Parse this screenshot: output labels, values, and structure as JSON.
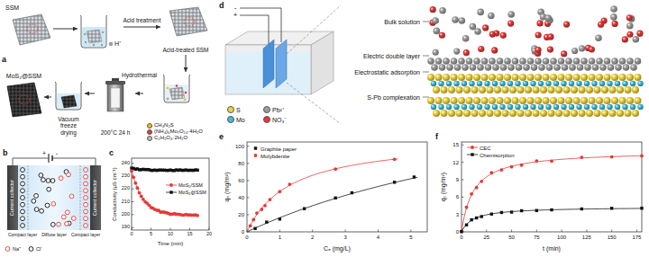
{
  "diagram": {
    "nodes": [
      {
        "text": [
          "SSM"
        ]
      },
      {
        "text": [
          "H⁺"
        ]
      },
      {
        "text": [
          "Acid-treated SSM"
        ]
      },
      {
        "text": [
          "CH₄N₂S",
          "(NH₄)₆Mo₇O₂₄·4H₂O",
          "C₂H₂O₄·2H₂O"
        ]
      },
      {
        "text": [
          "200°C 24 h"
        ]
      },
      {
        "text": [
          "Vacuum freeze drying"
        ]
      },
      {
        "text": [
          "MoS₂@SSM"
        ]
      }
    ],
    "edges": [
      {
        "from": 0,
        "to": 1,
        "arrow": "to"
      },
      {
        "from": 1,
        "to": 2,
        "label": "Acid treatment",
        "arrow": "to"
      },
      {
        "from": 2,
        "to": 3,
        "arrow": "to"
      },
      {
        "from": 3,
        "to": 4,
        "label": "Hydrothermal",
        "arrow": "to"
      },
      {
        "from": 4,
        "to": 5,
        "arrow": "to"
      },
      {
        "from": 5,
        "to": 6,
        "arrow": "to"
      }
    ],
    "labels": [
      "a",
      "b",
      "+",
      "-",
      "Current collector",
      "Current collector",
      "Compact layer",
      "Diffuse layer",
      "Compact layer",
      "c",
      "240",
      "230",
      "220",
      "210",
      "200",
      "190",
      "Conductivity (μS cm⁻¹)",
      "0",
      "5",
      "10",
      "15",
      "20",
      "Time (min)",
      "d",
      "+",
      "-",
      "Bulk solution",
      "Electric double layer",
      "Electrostatic adsorption",
      "S-Pb complexation",
      "e",
      "100",
      "80",
      "60",
      "40",
      "20",
      "0",
      "qₑ (mg/m²)",
      "0",
      "1",
      "2",
      "3",
      "4",
      "5",
      "Cₑ (mg/L)",
      "f",
      "15",
      "12",
      "9",
      "6",
      "3",
      "0",
      "qₜ (mg/m²)",
      "0",
      "25",
      "50",
      "75",
      "100",
      "125",
      "150",
      "175",
      "t (min)"
    ],
    "legend": [
      {
        "text": "Na⁺"
      },
      {
        "text": "Cl⁻"
      },
      {
        "text": "MoS₂/SSM"
      },
      {
        "text": "MoS₂@SSM"
      },
      {
        "text": "S",
        "color": "#f2d33b"
      },
      {
        "text": "Pb²⁺",
        "color": "#9e9e9e"
      },
      {
        "text": "Mo",
        "color": "#3fbcd8"
      },
      {
        "text": "NO₃⁻",
        "color": "#e53935"
      },
      {
        "text": "Graphite paper"
      },
      {
        "text": "Molybdenite"
      },
      {
        "text": "CEC"
      },
      {
        "text": "Chemisorption"
      }
    ]
  }
}
